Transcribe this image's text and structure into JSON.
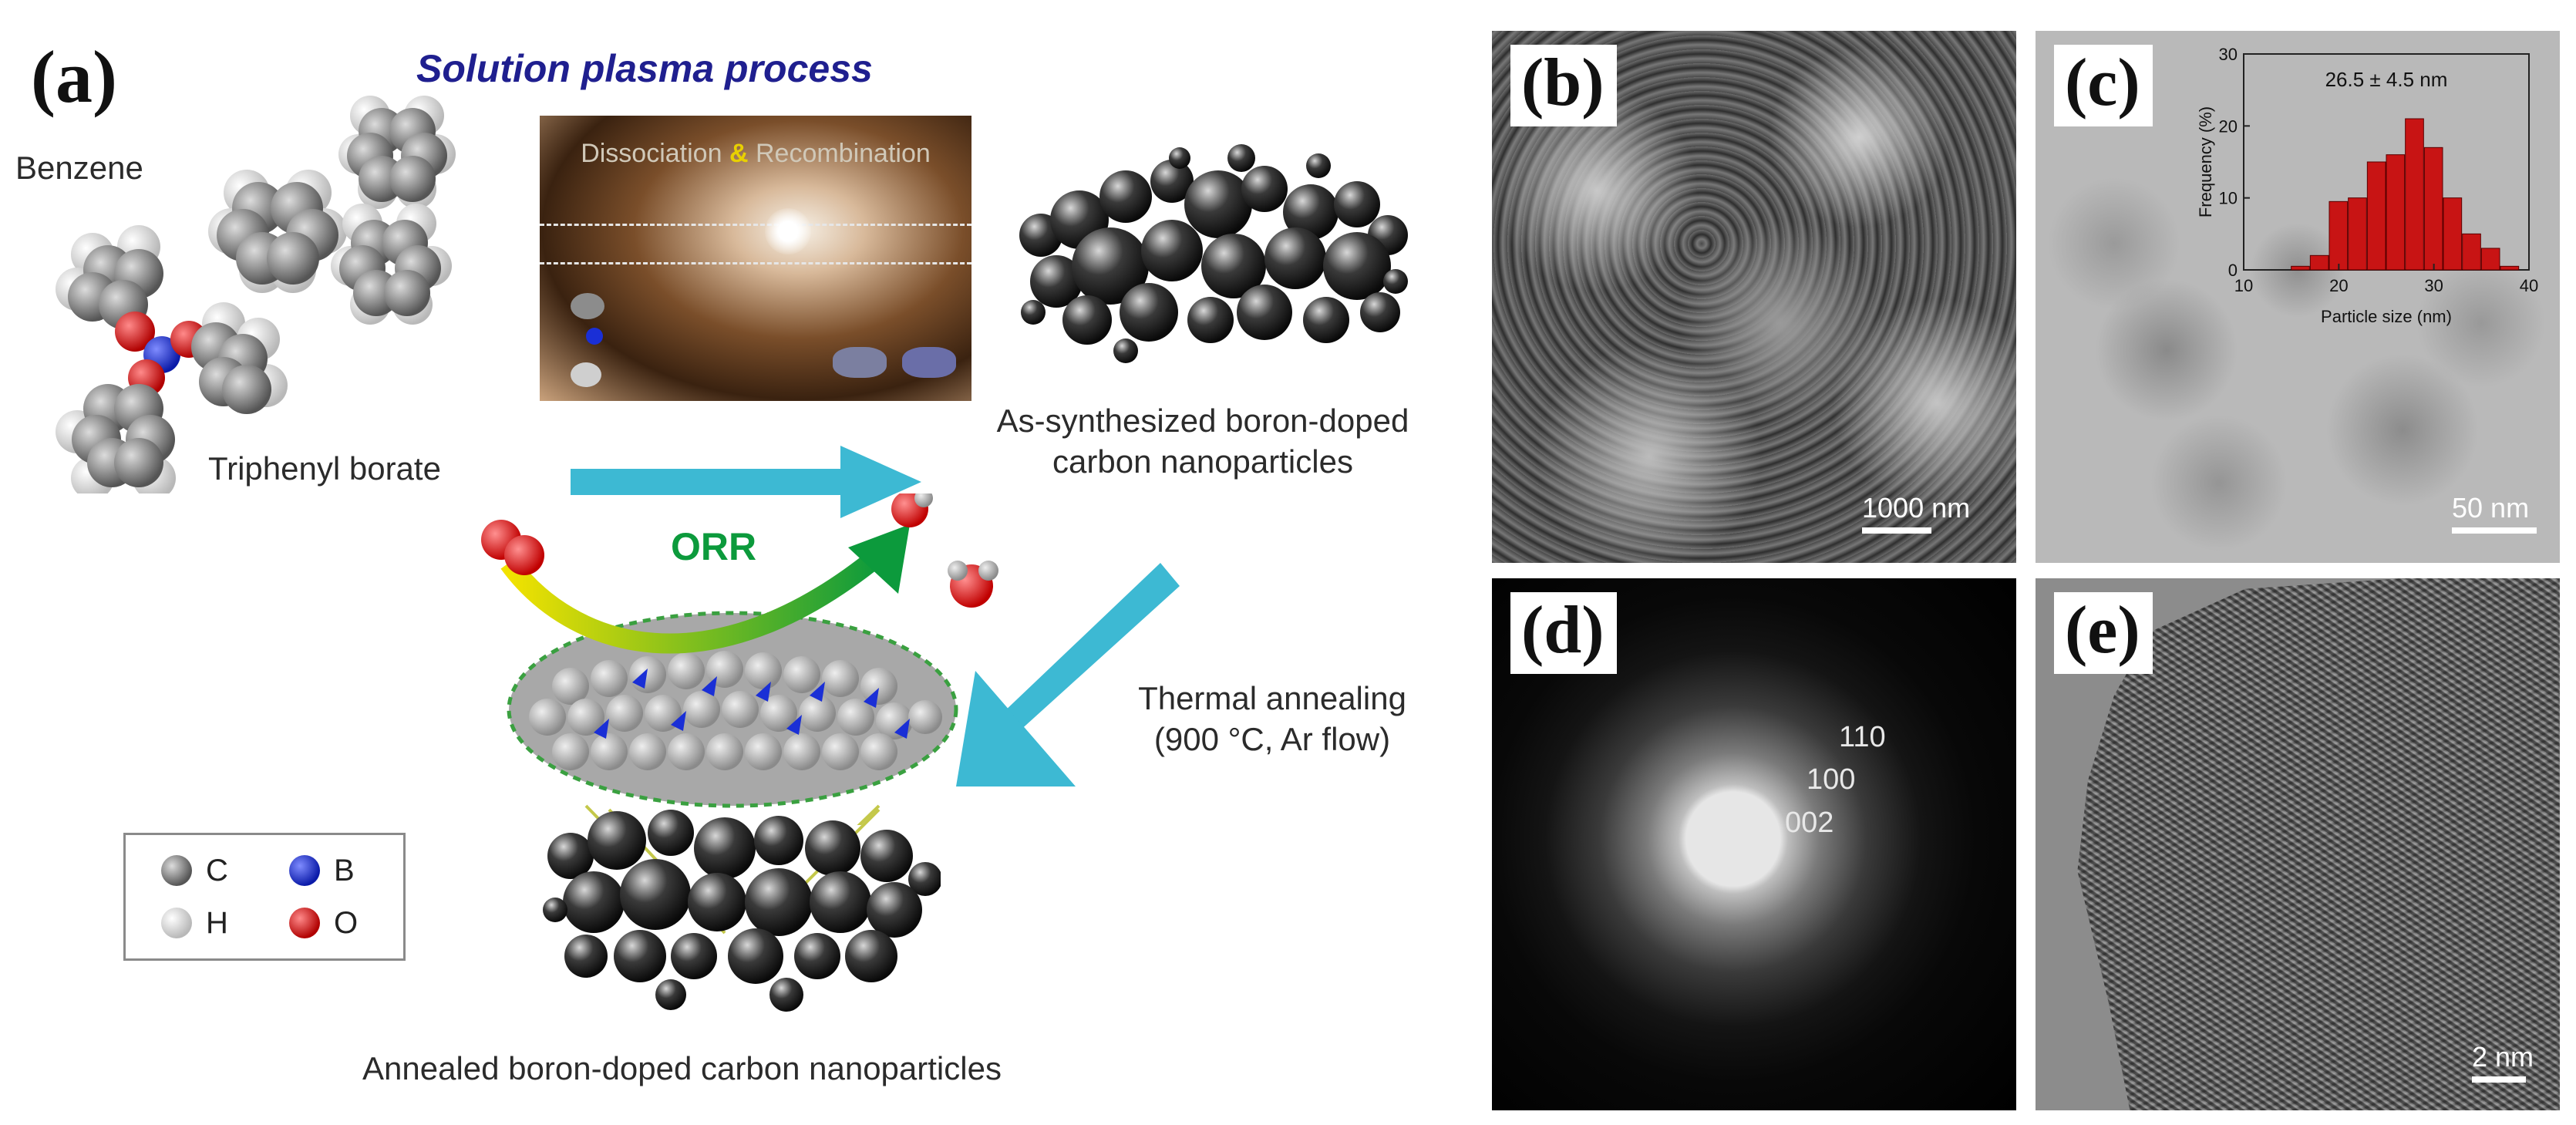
{
  "panel_a": {
    "label": "(a)",
    "title": "Solution plasma process",
    "benzene": "Benzene",
    "triphenyl": "Triphenyl borate",
    "plasma_text_1": "Dissociation",
    "plasma_text_amp": "&",
    "plasma_text_2": "Recombination",
    "assynth_line1": "As-synthesized boron-doped",
    "assynth_line2": "carbon nanoparticles",
    "orr": "ORR",
    "thermal_line1": "Thermal annealing",
    "thermal_line2": "(900 °C, Ar flow)",
    "annealed": "Annealed boron-doped carbon nanoparticles",
    "legend": [
      {
        "symbol": "C",
        "color": "#7a7a7a"
      },
      {
        "symbol": "B",
        "color": "#1a2fd6"
      },
      {
        "symbol": "H",
        "color": "#d8d8d8"
      },
      {
        "symbol": "O",
        "color": "#e01818"
      }
    ]
  },
  "panel_b": {
    "label": "(b)",
    "scale": "1000 nm"
  },
  "panel_c": {
    "label": "(c)",
    "scale": "50 nm"
  },
  "panel_d": {
    "label": "(d)",
    "rings": [
      "110",
      "100",
      "002"
    ]
  },
  "panel_e": {
    "label": "(e)",
    "scale": "2 nm"
  },
  "chart_data": {
    "type": "bar",
    "title": "26.5 ± 4.5 nm",
    "xlabel": "Particle size (nm)",
    "ylabel": "Frequency (%)",
    "xlim": [
      10,
      40
    ],
    "ylim": [
      0,
      30
    ],
    "x_ticks": [
      10,
      20,
      30,
      40
    ],
    "y_ticks": [
      0,
      10,
      20,
      30
    ],
    "bins": [
      16,
      18,
      20,
      22,
      24,
      26,
      28,
      30,
      32,
      34,
      36,
      38
    ],
    "values": [
      0.5,
      2,
      9.5,
      10,
      15,
      16,
      21,
      17,
      10,
      5,
      3,
      0.5
    ],
    "bar_color": "#c81414"
  }
}
